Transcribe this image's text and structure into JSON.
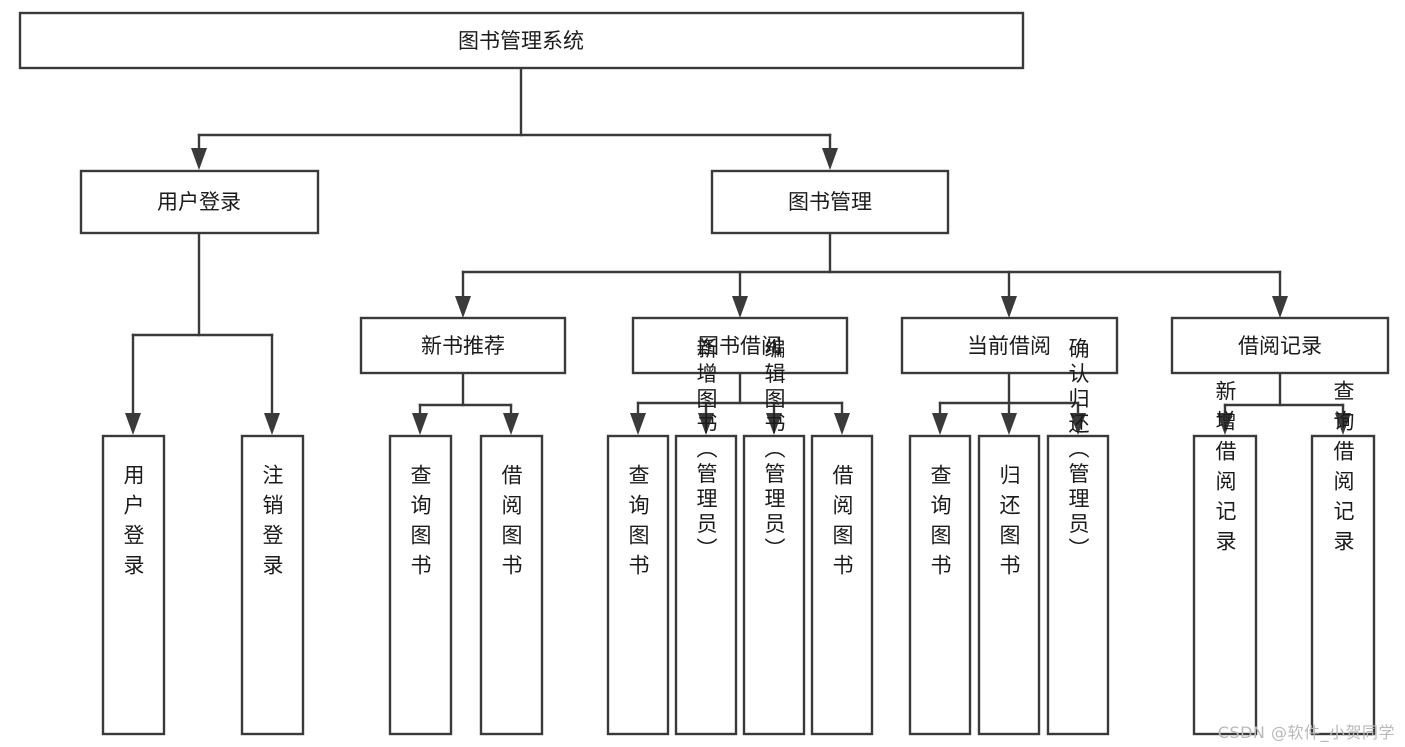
{
  "diagram": {
    "type": "tree",
    "title": "图书管理系统",
    "orientation": "top-down",
    "watermark": "CSDN @软件_小贺同学",
    "colors": {
      "stroke": "#3a3a3a",
      "fill": "#ffffff",
      "text": "#1b1b1b",
      "background": "#ffffff",
      "watermark": "#b9b9b9"
    },
    "nodes": {
      "root": {
        "label": "图书管理系统",
        "level": 0
      },
      "l1": [
        {
          "id": "user_login",
          "label": "用户登录"
        },
        {
          "id": "book_manage",
          "label": "图书管理"
        }
      ],
      "l2": [
        {
          "id": "new_book",
          "label": "新书推荐",
          "parent": "book_manage"
        },
        {
          "id": "book_borrow",
          "label": "图书借阅",
          "parent": "book_manage"
        },
        {
          "id": "current_borrow",
          "label": "当前借阅",
          "parent": "book_manage"
        },
        {
          "id": "borrow_record",
          "label": "借阅记录",
          "parent": "book_manage"
        }
      ],
      "leaves": {
        "user_login": [
          {
            "id": "leaf_user_login",
            "label": "用户登录"
          },
          {
            "id": "leaf_logout",
            "label": "注销登录"
          }
        ],
        "new_book": [
          {
            "id": "leaf_query_book_1",
            "label": "查询图书"
          },
          {
            "id": "leaf_borrow_book_1",
            "label": "借阅图书"
          }
        ],
        "book_borrow": [
          {
            "id": "leaf_query_book_2",
            "label": "查询图书"
          },
          {
            "id": "leaf_add_book",
            "label": "新增图书（管理员）"
          },
          {
            "id": "leaf_edit_book",
            "label": "编辑图书（管理员）"
          },
          {
            "id": "leaf_borrow_book_2",
            "label": "借阅图书"
          }
        ],
        "current_borrow": [
          {
            "id": "leaf_query_book_3",
            "label": "查询图书"
          },
          {
            "id": "leaf_return_book",
            "label": "归还图书"
          },
          {
            "id": "leaf_confirm_return",
            "label": "确认归还（管理员）"
          }
        ],
        "borrow_record": [
          {
            "id": "leaf_add_record",
            "label": "新增借阅记录"
          },
          {
            "id": "leaf_query_record",
            "label": "查询借阅记录"
          }
        ]
      }
    }
  }
}
